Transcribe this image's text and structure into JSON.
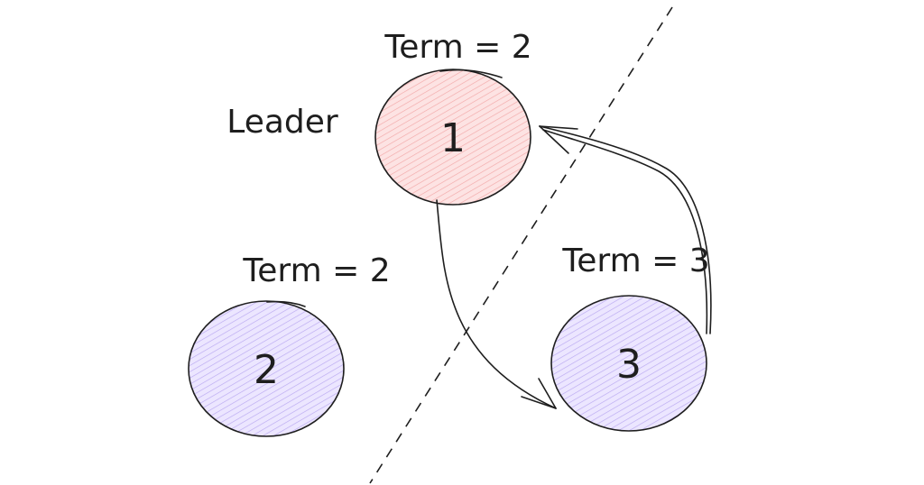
{
  "nodes": [
    {
      "id": "1",
      "term_label": "Term = 2",
      "role_label": "Leader",
      "fill": "#ffc9c9"
    },
    {
      "id": "2",
      "term_label": "Term = 2",
      "fill": "#d0bfff"
    },
    {
      "id": "3",
      "term_label": "Term = 3",
      "fill": "#d0bfff"
    }
  ],
  "colors": {
    "stroke": "#1e1e1e"
  }
}
